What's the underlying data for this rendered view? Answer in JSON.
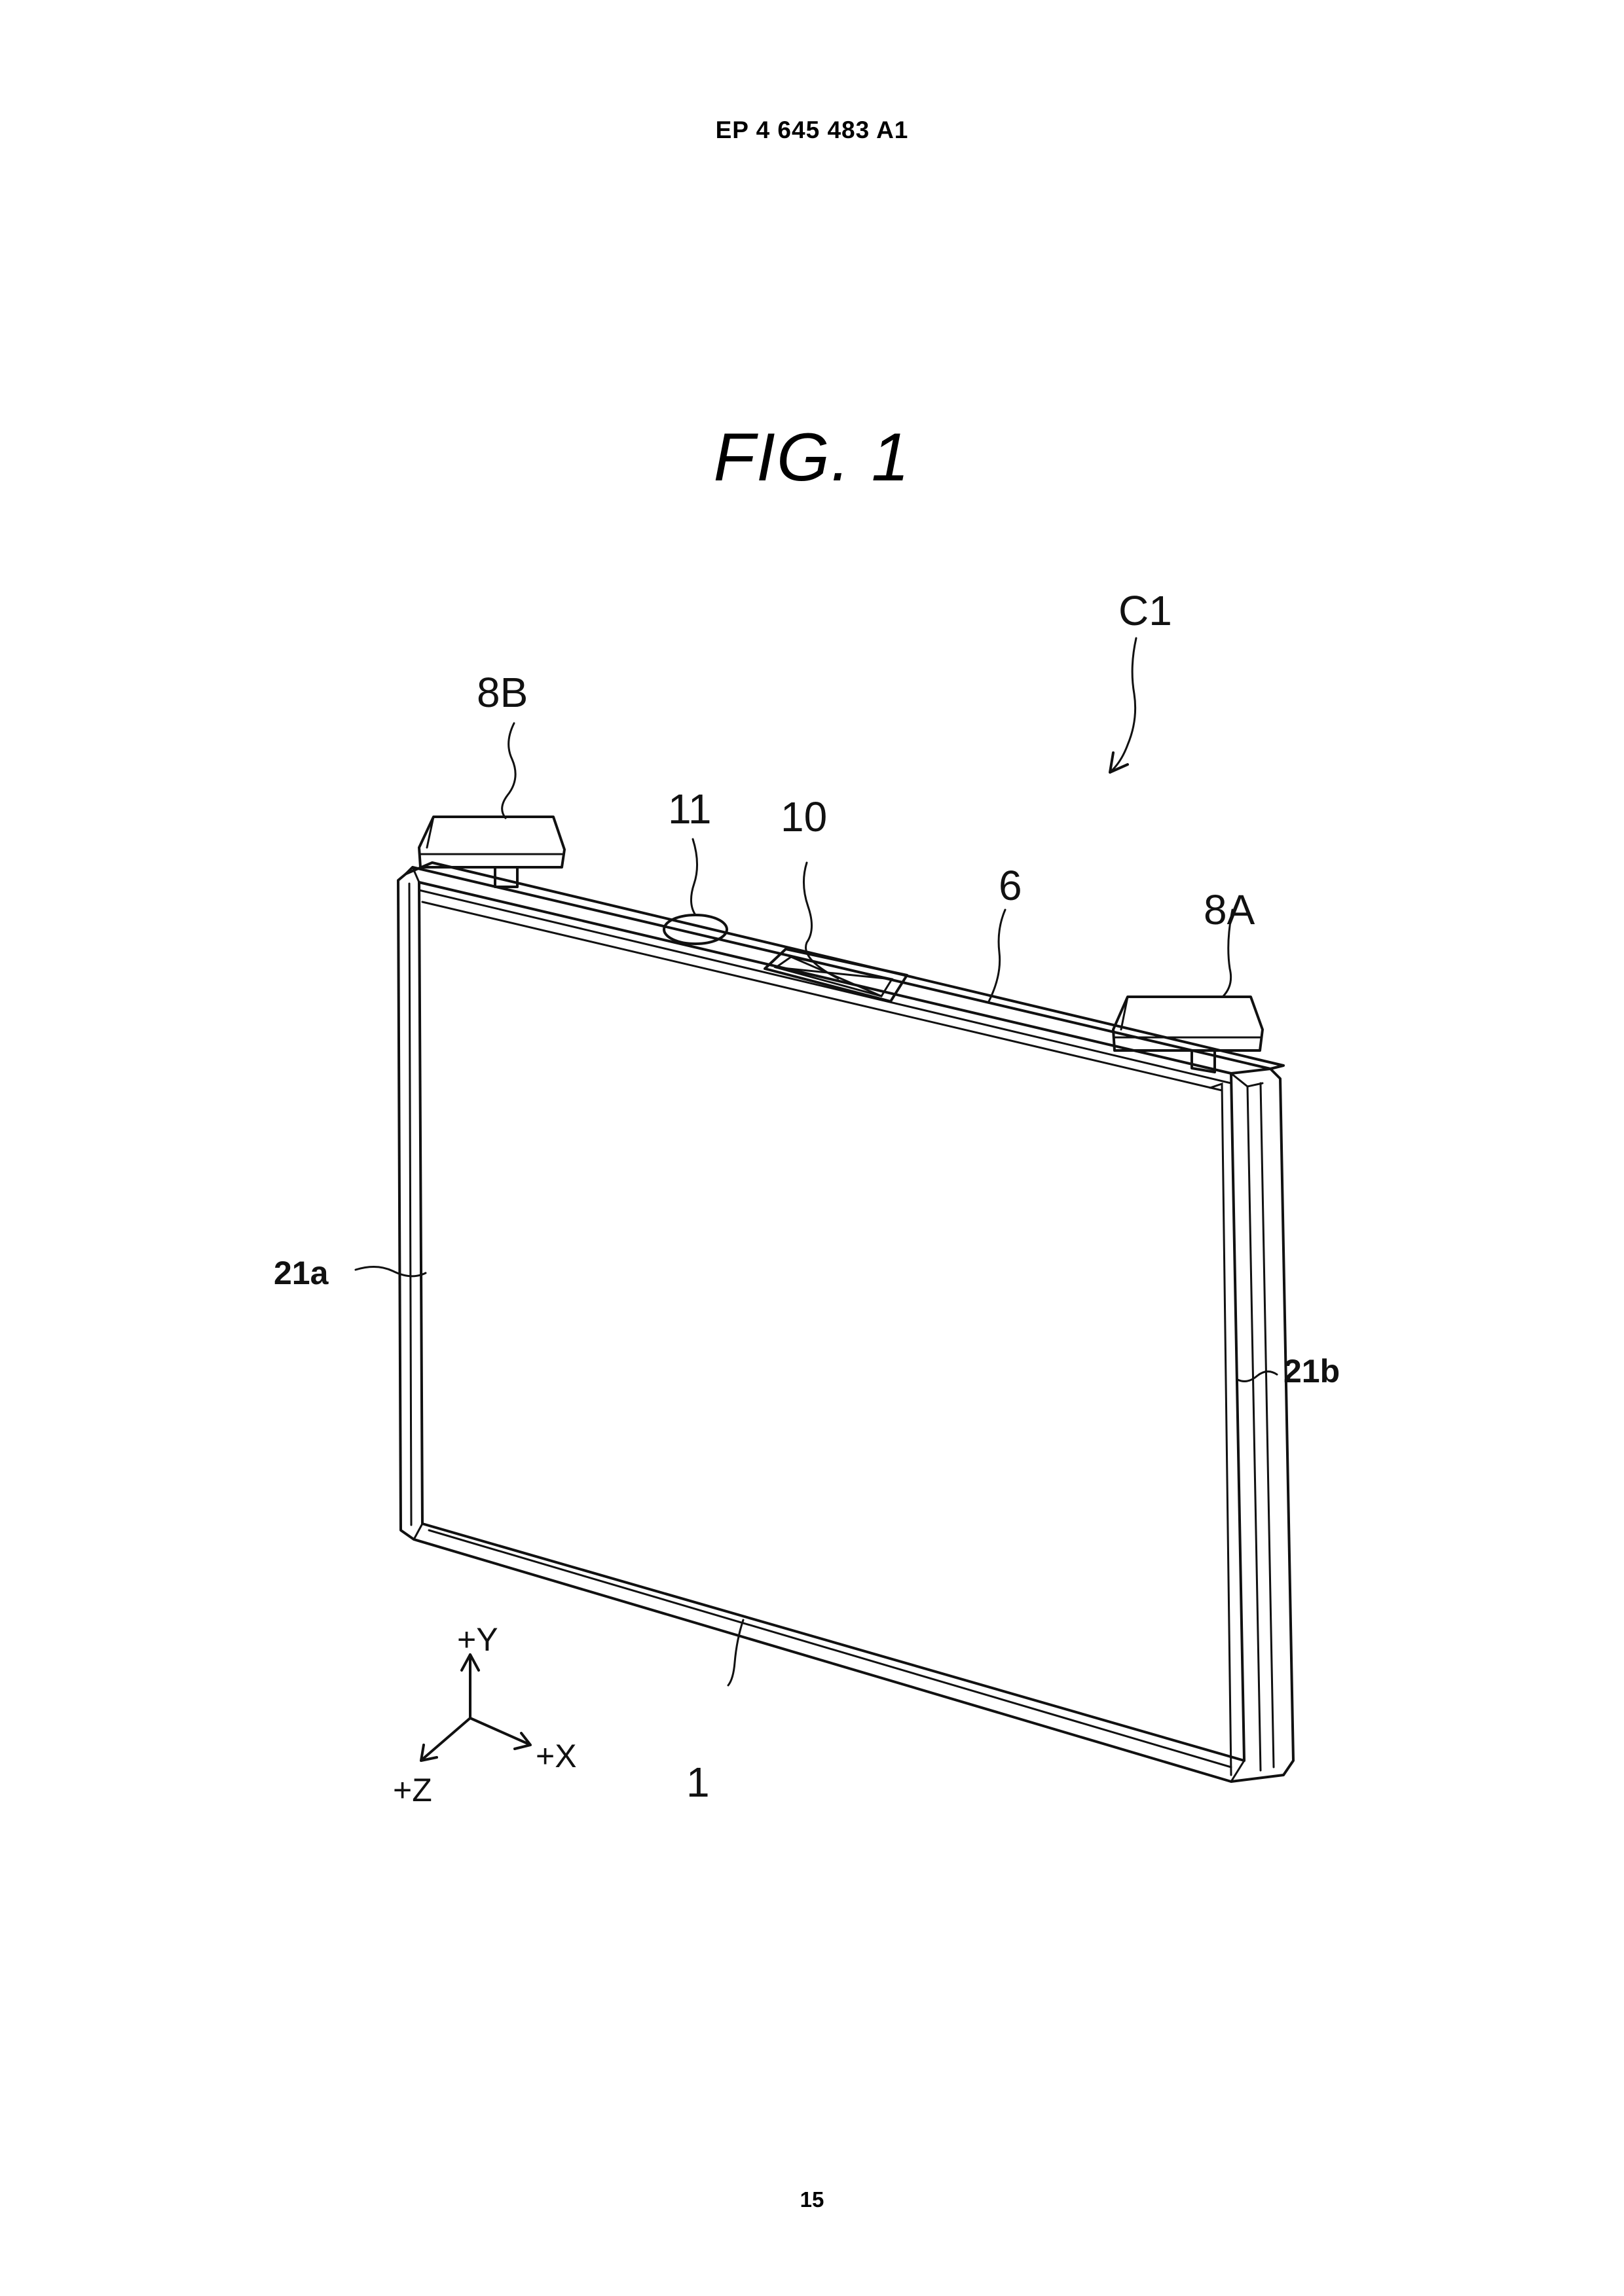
{
  "document": {
    "publication_number": "EP 4 645 483 A1",
    "page_number": "15"
  },
  "figure": {
    "title": "FIG. 1"
  },
  "reference_labels": {
    "c1": "C1",
    "terminal_8b": "8B",
    "terminal_8a": "8A",
    "part_11": "11",
    "part_10": "10",
    "lid_6": "6",
    "face_21a": "21a",
    "face_21b": "21b",
    "case_1": "1"
  },
  "axes": {
    "y": "+Y",
    "x": "+X",
    "z": "+Z"
  }
}
